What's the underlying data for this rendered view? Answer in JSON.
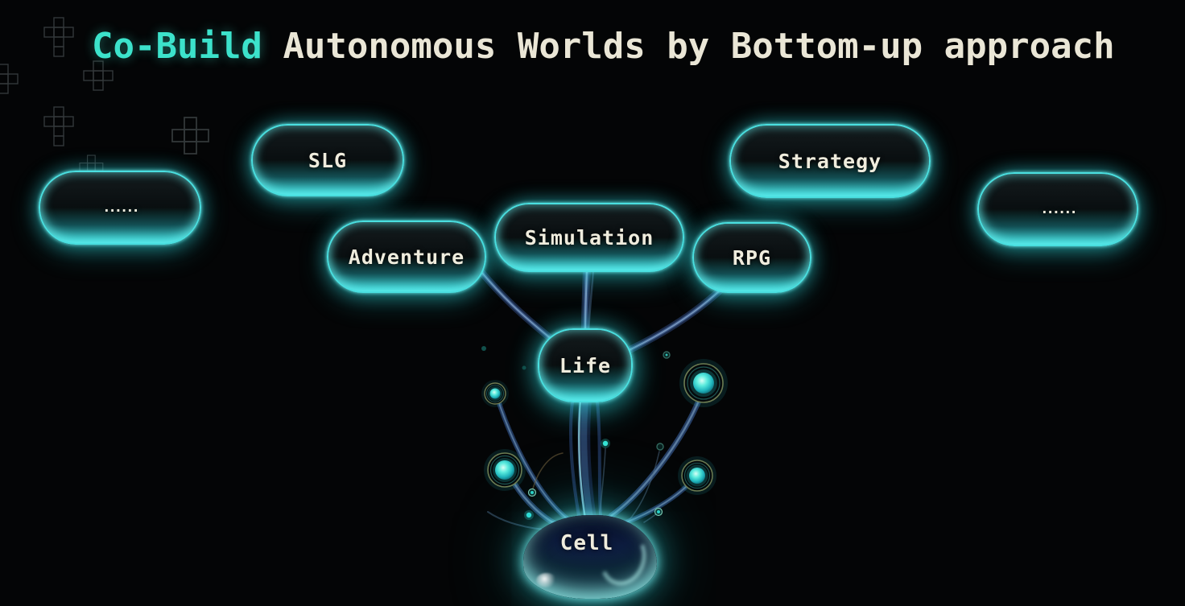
{
  "title": {
    "highlight": "Co-Build",
    "rest": "Autonomous Worlds by Bottom-up approach"
  },
  "nodes": {
    "slg": "SLG",
    "strategy": "Strategy",
    "ellipsis_left": "......",
    "ellipsis_right": "......",
    "adventure": "Adventure",
    "simulation": "Simulation",
    "rpg": "RPG",
    "life": "Life",
    "cell": "Cell"
  },
  "colors": {
    "background": "#040506",
    "title_highlight": "#3ce2cb",
    "title_text": "#eae6d6",
    "pill_border": "#4adfe0",
    "pill_glow": "#2dd8dc",
    "label_text": "#efecdd",
    "tendril_blue": "#2b4468",
    "tendril_highlight": "#9adcec",
    "deco_cross": "#33383a"
  }
}
